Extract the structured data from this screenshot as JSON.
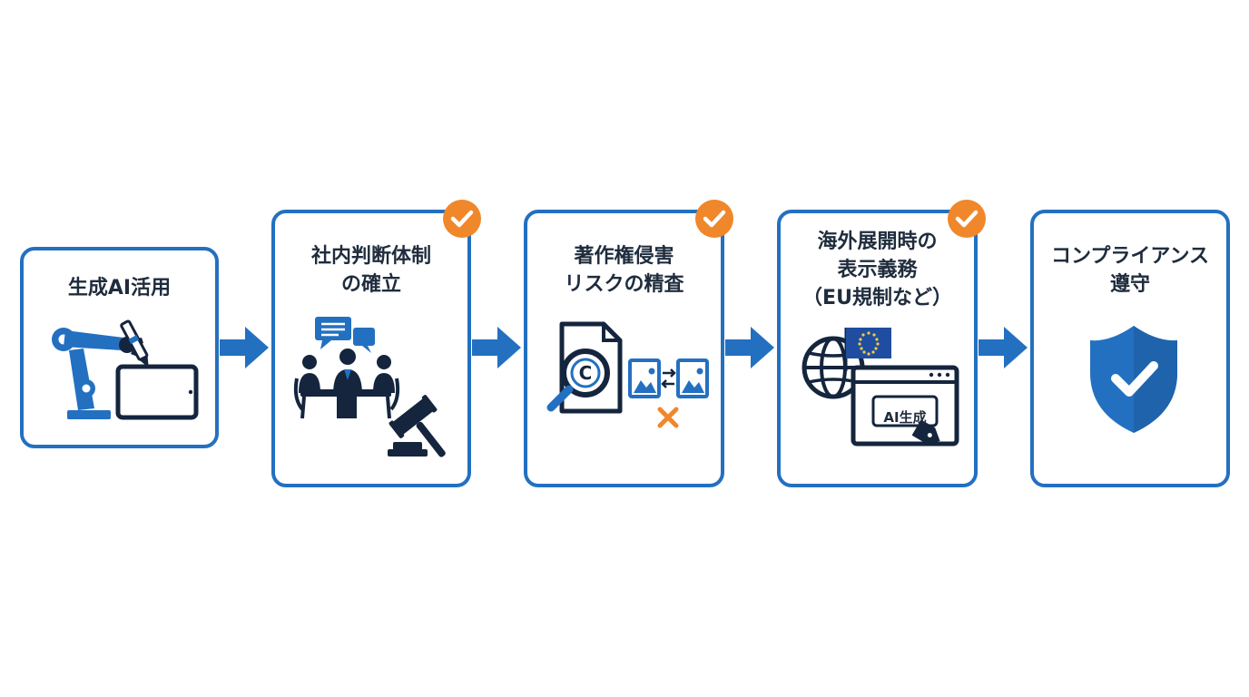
{
  "colors": {
    "primary": "#2370C1",
    "navy": "#14253D",
    "accent": "#F0872B",
    "text": "#1F2C3D"
  },
  "steps": [
    {
      "lines": [
        "生成AI活用"
      ],
      "icon": "robot-arm-tablet-icon",
      "checked": false
    },
    {
      "lines": [
        "社内判断体制",
        "の確立"
      ],
      "icon": "meeting-gavel-icon",
      "checked": true
    },
    {
      "lines": [
        "著作権侵害",
        "リスクの精査"
      ],
      "icon": "copyright-inspection-icon",
      "checked": true
    },
    {
      "lines": [
        "海外展開時の",
        "表示義務",
        "（EU規制など）"
      ],
      "icon": "globe-eu-label-icon",
      "checked": true,
      "label_tag": "AI生成"
    },
    {
      "lines": [
        "コンプライアンス",
        "遵守"
      ],
      "icon": "shield-check-icon",
      "checked": false
    }
  ]
}
